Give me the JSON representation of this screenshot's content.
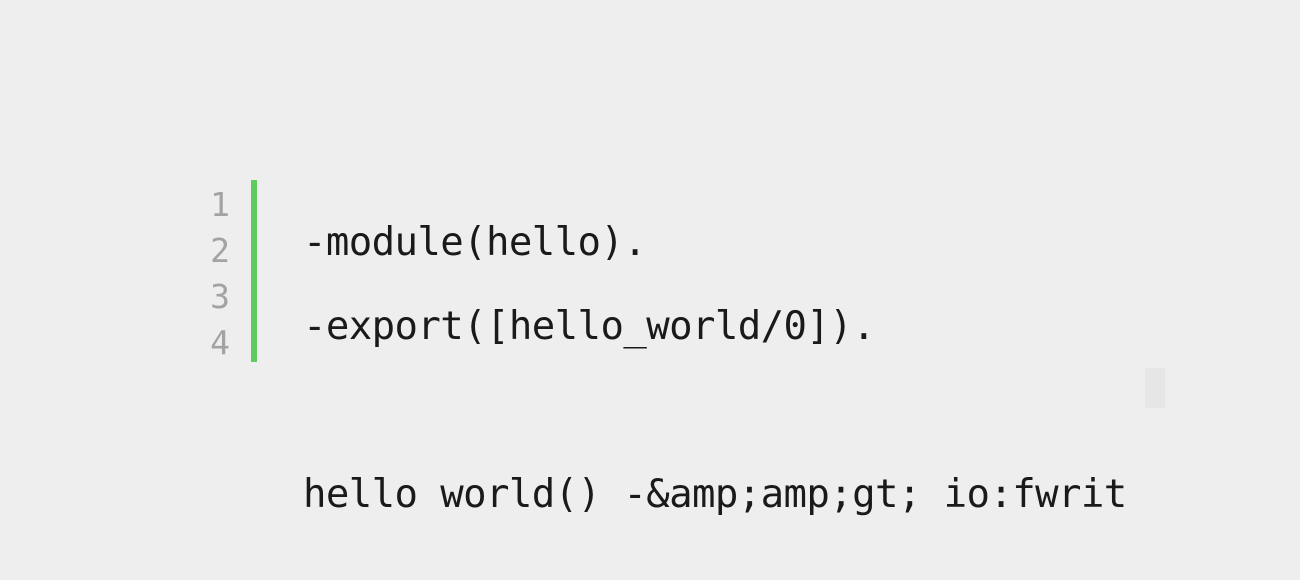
{
  "editor": {
    "line_numbers": [
      "1",
      "2",
      "3",
      "4"
    ],
    "lines": [
      "-module(hello).",
      "-export([hello_world/0]).",
      "",
      "hello world() -&amp;amp;gt; io:fwrit"
    ],
    "gutter_marker_color": "#5fcb5f"
  }
}
